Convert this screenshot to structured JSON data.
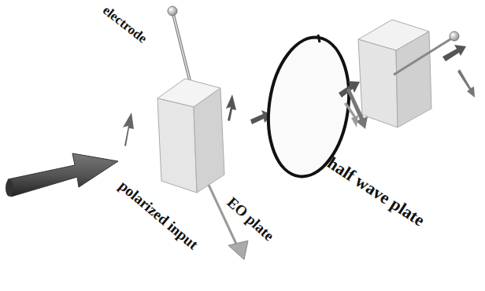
{
  "diagram": {
    "labels": [
      "electrode",
      "polarized input",
      "EO plate",
      "half wave plate"
    ]
  }
}
